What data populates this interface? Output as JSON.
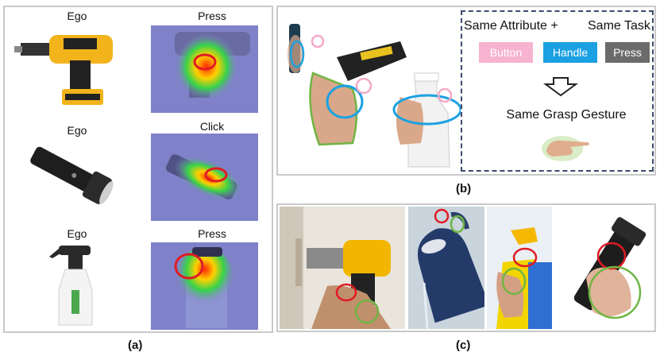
{
  "panel_a": {
    "caption": "(a)",
    "rows": [
      {
        "left_label": "Ego",
        "right_label": "Press",
        "object": "drill-icon"
      },
      {
        "left_label": "Ego",
        "right_label": "Click",
        "object": "flashlight-icon"
      },
      {
        "left_label": "Ego",
        "right_label": "Press",
        "object": "spray-bottle-icon"
      }
    ]
  },
  "panel_b": {
    "caption": "(b)",
    "heading_left": "Same Attribute +",
    "heading_right": "Same Task",
    "chips": [
      {
        "label": "Button",
        "color": "#f7b3cf"
      },
      {
        "label": "Handle",
        "color": "#1ba1e2"
      },
      {
        "label": "Press",
        "color": "#6b6b6b"
      }
    ],
    "result": "Same Grasp Gesture"
  },
  "panel_c": {
    "caption": "(c)"
  },
  "colors": {
    "highlight_red": "#e01b24",
    "highlight_green": "#6fb544",
    "highlight_blue": "#1ba1e2",
    "highlight_pink": "#f4a9c8"
  }
}
